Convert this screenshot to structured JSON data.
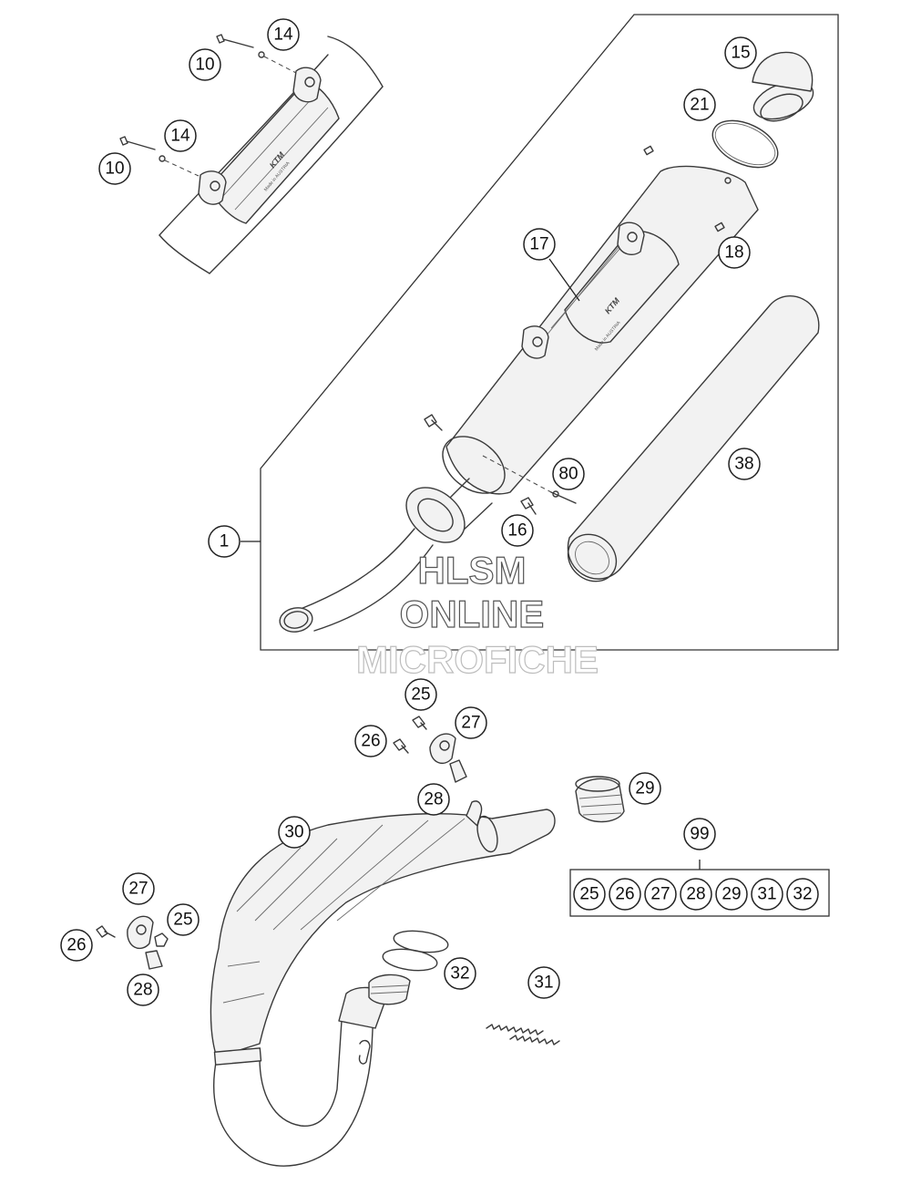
{
  "callouts": {
    "c10a": "10",
    "c14a": "14",
    "c10b": "10",
    "c14b": "14",
    "c15": "15",
    "c21": "21",
    "c17": "17",
    "c18": "18",
    "c80": "80",
    "c16": "16",
    "c38": "38",
    "c1": "1",
    "c25a": "25",
    "c27a": "27",
    "c26a": "26",
    "c28a": "28",
    "c29": "29",
    "c30": "30",
    "c99": "99",
    "c27b": "27",
    "c25b": "25",
    "c26b": "26",
    "c28b": "28",
    "c32": "32",
    "c31": "31"
  },
  "kit": {
    "items": [
      "25",
      "26",
      "27",
      "28",
      "29",
      "31",
      "32"
    ]
  },
  "watermark": {
    "line1": "HLSM",
    "line2": "ONLINE",
    "line3": "MICROFICHE"
  },
  "labels": {
    "brand_top": "KTM",
    "made_in_top": "Made in AUSTRIA",
    "brand_main": "KTM",
    "made_in_main": "Made in AUSTRIA"
  }
}
